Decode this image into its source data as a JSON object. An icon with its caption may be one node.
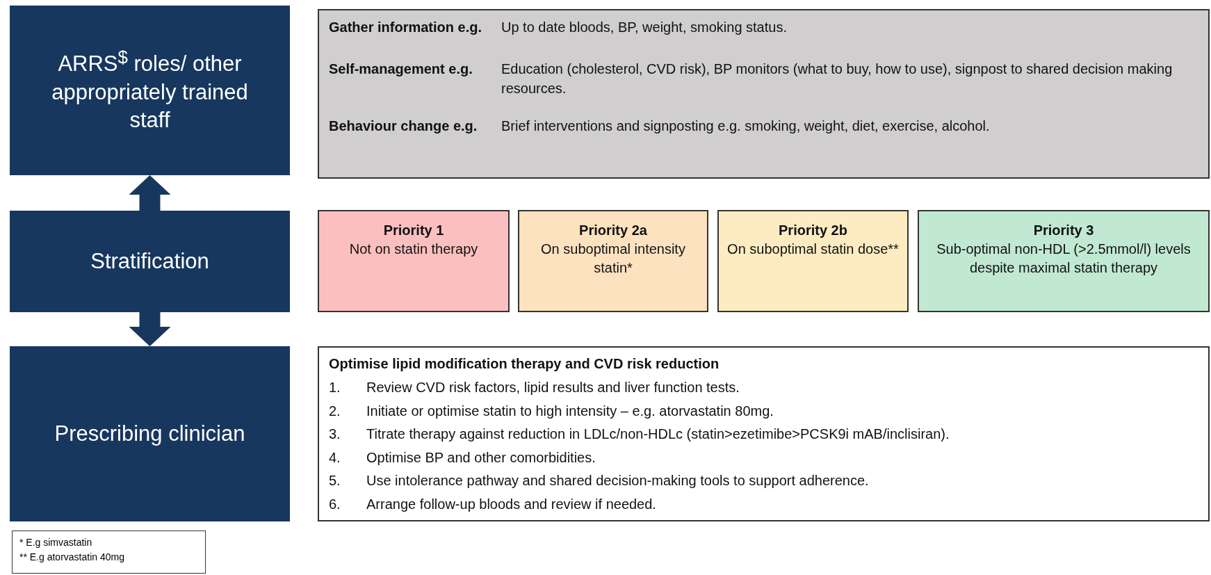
{
  "diagram": {
    "nodes": [
      {
        "text": [
          "ARRS$^{$}$ roles/ other appropriately trained staff"
        ]
      },
      {
        "text": [
          "Gather information e.g.",
          "Up to date bloods, BP, weight, smoking status.",
          "Self-management e.g.",
          "Education (cholesterol, CVD risk), BP monitors (what to buy, how to use), signpost to shared decision making resources.",
          "Behaviour change e.g.",
          "Brief interventions and signposting e.g. smoking, weight, diet, exercise, alcohol."
        ]
      },
      {
        "text": [
          "Stratification"
        ]
      },
      {
        "text": [
          "Priority 1",
          "Not on statin therapy"
        ]
      },
      {
        "text": [
          "Priority 2a",
          "On suboptimal intensity statin*"
        ]
      },
      {
        "text": [
          "Priority 2b",
          "On suboptimal statin dose**"
        ]
      },
      {
        "text": [
          "Priority 3",
          "Sub-optimal non-HDL (>2.5mmol/l) levels despite maximal statin therapy"
        ]
      },
      {
        "text": [
          "Prescribing clinician"
        ]
      },
      {
        "text": [
          "Optimise lipid modification therapy and CVD risk reduction",
          "1.",
          "Review CVD risk factors, lipid results and liver function tests.",
          "2.",
          "Initiate or optimise statin to high intensity – e.g. atorvastatin 80mg.",
          "3.",
          "Titrate therapy against reduction in LDLc/non-HDLc (statin>ezetimibe>PCSK9i mAB/inclisiran).",
          "4.",
          "Optimise BP and other comorbidities.",
          "5.",
          "Use intolerance pathway and shared decision-making tools to support adherence.",
          "6.",
          "Arrange follow-up bloods and review if needed."
        ]
      },
      {
        "text": [
          "* E.g simvastatin",
          "** E.g atorvastatin 40mg"
        ]
      }
    ],
    "edges": [
      {
        "from": 2,
        "to": 0,
        "arrow": "to"
      },
      {
        "from": 2,
        "to": 7,
        "arrow": "to"
      }
    ]
  }
}
